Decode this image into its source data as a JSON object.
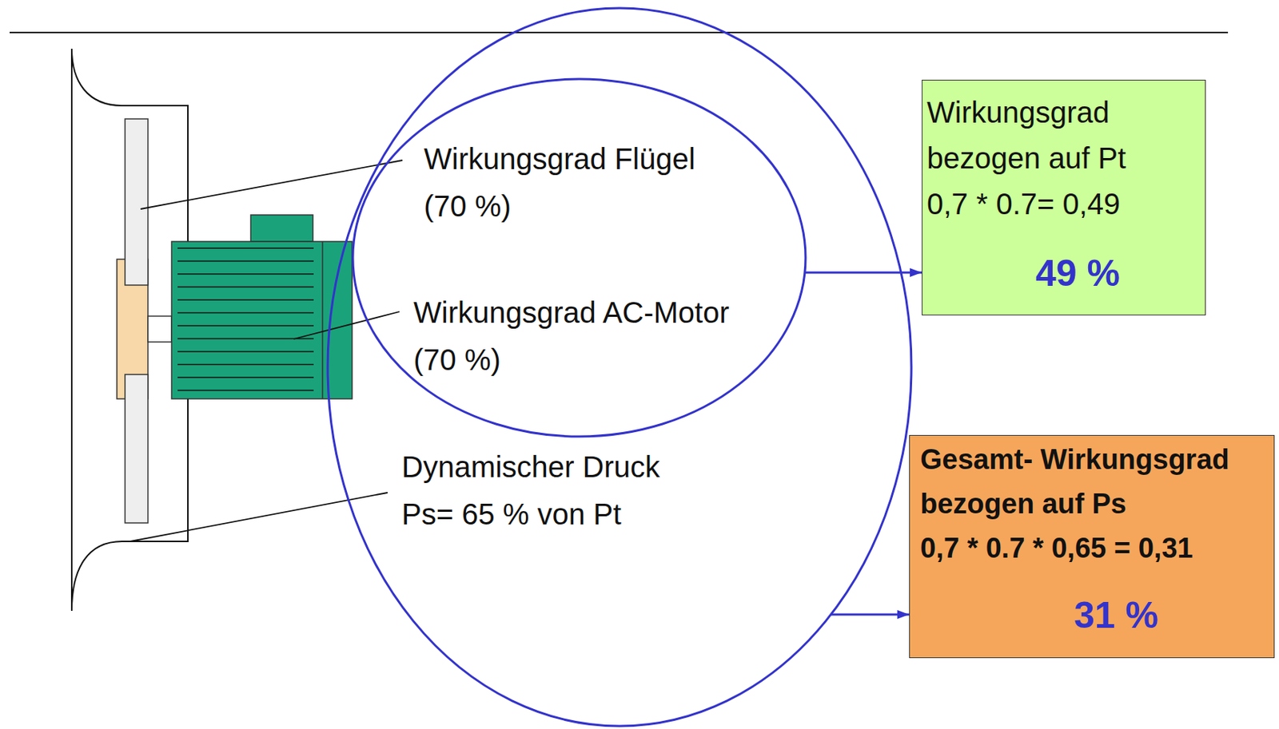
{
  "diagram": {
    "nodes": [
      {
        "text": [
          "Dynamischer Druck Ps= 65 % von Pt"
        ]
      },
      {
        "text": [
          "Wirkungsgrad Flügel (70 %)",
          "Wirkungsgrad AC-Motor (70 %)"
        ],
        "in": 0
      },
      {
        "text": [
          "Wirkungsgrad bezogen auf Pt",
          "0,7 * 0.7= 0,49",
          "49 %"
        ]
      },
      {
        "text": [
          "Gesamt- Wirkungsgrad bezogen auf Ps",
          "0,7 * 0.7 * 0,65 = 0,31",
          "31 %"
        ]
      }
    ],
    "edges": [
      {
        "from": 1,
        "to": 2,
        "arrow": "to"
      },
      {
        "from": 0,
        "to": 3,
        "arrow": "to"
      }
    ]
  }
}
